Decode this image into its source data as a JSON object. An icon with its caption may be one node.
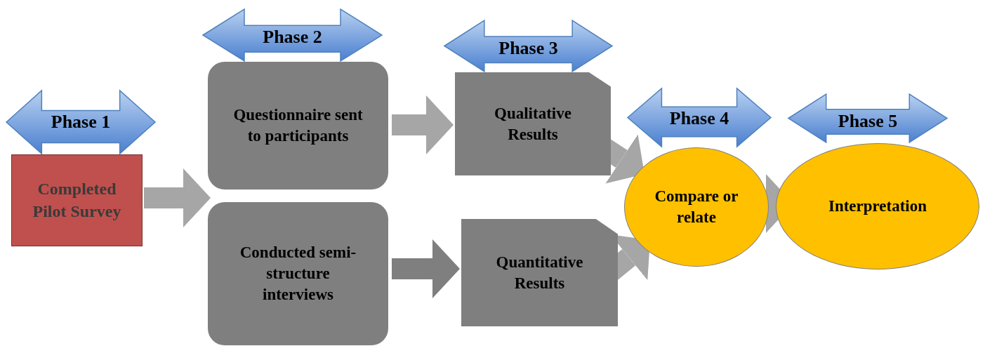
{
  "diagram": {
    "nodes": [
      {
        "text": [
          "Phase 1"
        ]
      },
      {
        "text": [
          "Completed Pilot Survey"
        ]
      },
      {
        "text": [
          "Phase 2"
        ]
      },
      {
        "text": [
          "Questionnaire sent to participants"
        ]
      },
      {
        "text": [
          "Conducted semi-structure interviews"
        ]
      },
      {
        "text": [
          "Phase 3"
        ]
      },
      {
        "text": [
          "Qualitative Results"
        ]
      },
      {
        "text": [
          "Quantitative Results"
        ]
      },
      {
        "text": [
          "Phase 4"
        ]
      },
      {
        "text": [
          "Compare or relate"
        ]
      },
      {
        "text": [
          "Phase 5"
        ]
      },
      {
        "text": [
          "Interpretation"
        ]
      }
    ],
    "edges": [
      {
        "from": 1,
        "to": 3,
        "arrow": "to"
      },
      {
        "from": 1,
        "to": 4,
        "arrow": "to"
      },
      {
        "from": 3,
        "to": 6,
        "arrow": "to"
      },
      {
        "from": 4,
        "to": 7,
        "arrow": "to",
        "color": "#7f7f7f"
      },
      {
        "from": 6,
        "to": 9,
        "arrow": "to"
      },
      {
        "from": 7,
        "to": 9,
        "arrow": "to"
      },
      {
        "from": 9,
        "to": 11,
        "arrow": "to"
      }
    ]
  }
}
